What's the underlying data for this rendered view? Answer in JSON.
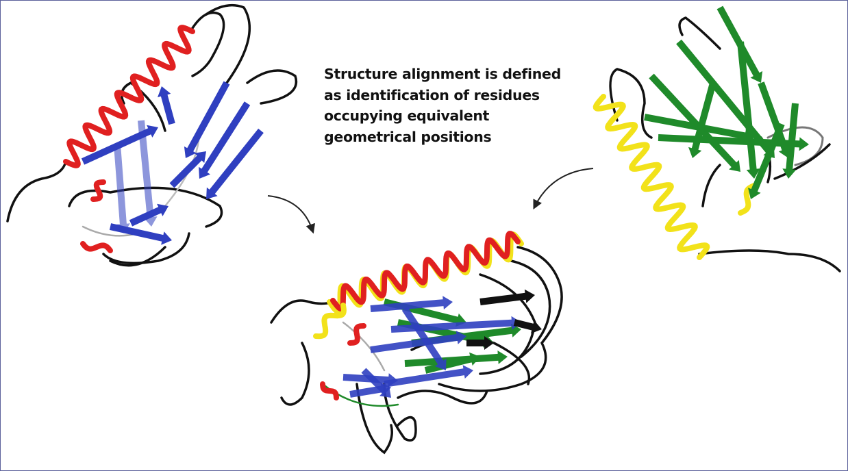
{
  "caption": {
    "lines": [
      "Structure alignment is defined",
      "as identification of residues",
      "occupying equivalent",
      "geometrical positions"
    ]
  },
  "colors": {
    "protein_a_helix": "#e02020",
    "protein_a_strand": "#2f3fc0",
    "protein_b_helix": "#f2e21a",
    "protein_b_strand": "#1f8a2a",
    "loop": "#111111",
    "frame": "#5a5f9a"
  }
}
